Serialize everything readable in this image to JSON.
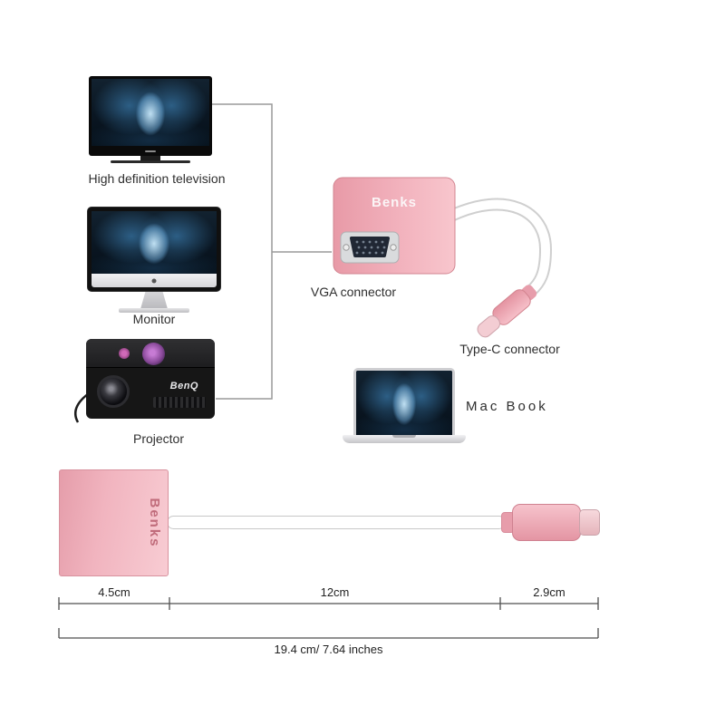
{
  "labels": {
    "tv": "High definition television",
    "monitor": "Monitor",
    "projector": "Projector",
    "vga_connector": "VGA connector",
    "typec_connector": "Type-C connector",
    "macbook": "Mac Book"
  },
  "brands": {
    "adapter": "Benks",
    "projector": "BenQ"
  },
  "dimensions": {
    "adapter_body": "4.5cm",
    "cable": "12cm",
    "typec": "2.9cm",
    "total": "19.4 cm/ 7.64 inches"
  },
  "colors": {
    "rose_gold": "#efa9b4",
    "rose_gold_dark": "#d2848f",
    "rose_gold_light": "#f7cdd3",
    "cable_white": "#ffffff",
    "bracket_line": "#9a9a9a",
    "dimension_line": "#4f4f4f",
    "screen_blue": "#4a8cc4"
  }
}
